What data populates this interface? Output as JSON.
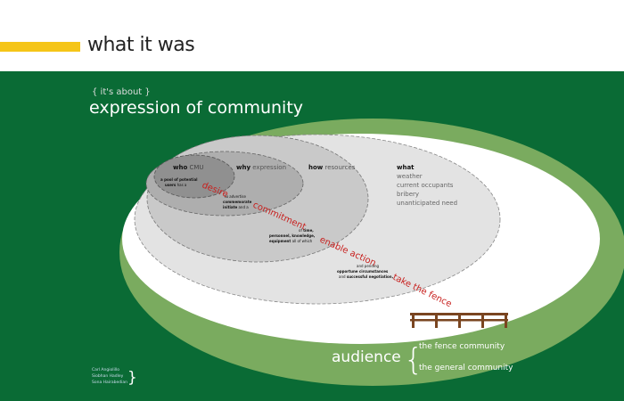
{
  "header": {
    "title": "what it was",
    "accent_color": "#f5c518"
  },
  "panel": {
    "background": "#0a6b35",
    "eyebrow": "{ it's about }",
    "heading": "expression of community"
  },
  "circles": {
    "who": {
      "label": "who",
      "value": "CMU",
      "note_a": "a pool of potential",
      "note_b": "users",
      "note_c": "has a"
    },
    "why": {
      "label": "why",
      "value": "expression",
      "note_a": "to advertise",
      "note_b": "commemorate",
      "note_c": "initiate",
      "note_d": "and a"
    },
    "how": {
      "label": "how",
      "value": "resources",
      "note_a": "of",
      "note_a2": "time,",
      "note_b": "personnel, knowledge,",
      "note_c": "equipment",
      "note_d": "all of which"
    },
    "what": {
      "label": "what",
      "items": [
        "weather",
        "current occupants",
        "bribery",
        "unanticipated need"
      ],
      "note_a": "and pending",
      "note_b": "opportune circumstances",
      "note_c": "and",
      "note_d": "successful negotiation,"
    }
  },
  "path": {
    "color": "#c8201e",
    "words": [
      "desire",
      "commitment",
      "enable action",
      "take the fence"
    ]
  },
  "audience": {
    "label": "audience",
    "items": [
      "the fence community",
      "the general community"
    ]
  },
  "credits": [
    "Carl Angiolillo",
    "Siobhan Hadley",
    "Sona Hairabedian"
  ]
}
